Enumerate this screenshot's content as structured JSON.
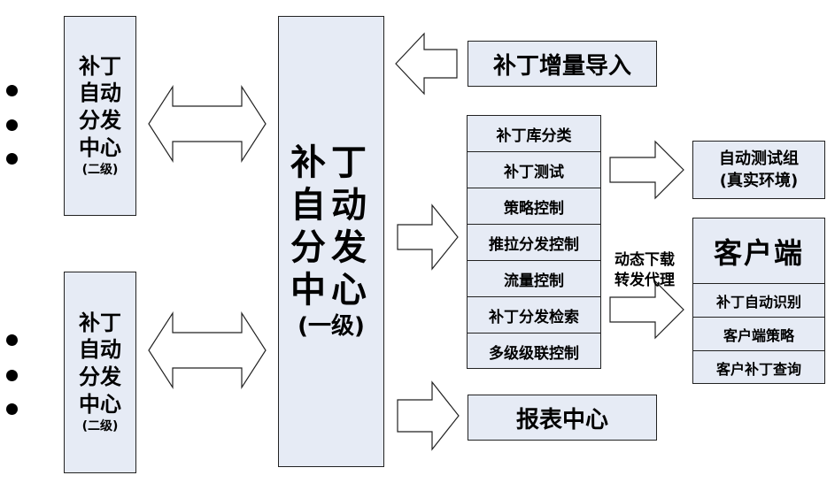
{
  "secondary_center_top": {
    "title_lines": [
      "补丁",
      "自动",
      "分发",
      "中心"
    ],
    "level": "(二级)"
  },
  "secondary_center_bottom": {
    "title_lines": [
      "补丁",
      "自动",
      "分发",
      "中心"
    ],
    "level": "(二级)"
  },
  "primary_center": {
    "title_lines": [
      "补丁",
      "自动",
      "分发",
      "中心"
    ],
    "level": "(一级)"
  },
  "import_box": {
    "label": "补丁增量导入"
  },
  "feature_list": {
    "items": [
      "补丁库分类",
      "补丁测试",
      "策略控制",
      "推拉分发控制",
      "流量控制",
      "补丁分发检索",
      "多级级联控制"
    ]
  },
  "test_group": {
    "lines": [
      "自动测试组",
      "(真实环境)"
    ]
  },
  "proxy_label": {
    "lines": [
      "动态下载",
      "转发代理"
    ]
  },
  "client_box": {
    "title": "客户端",
    "items": [
      "补丁自动识别",
      "客户端策略",
      "客户补丁查询"
    ]
  },
  "report_box": {
    "label": "报表中心"
  },
  "colors": {
    "box_fill": "#e6ebf5",
    "border": "#222222"
  }
}
